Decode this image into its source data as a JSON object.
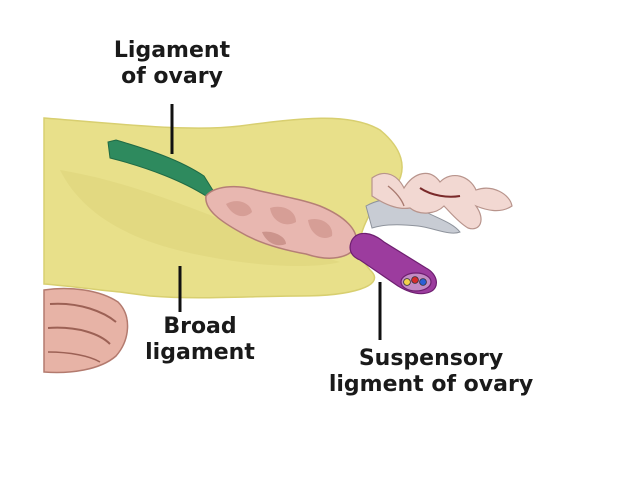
{
  "labels": {
    "ligament_of_ovary": {
      "line1": "Ligament",
      "line2": "of ovary"
    },
    "broad_ligament": {
      "line1": "Broad",
      "line2": "ligament"
    },
    "suspensory_ligament": {
      "line1": "Suspensory",
      "line2": "ligment of ovary"
    }
  },
  "colors": {
    "broad_ligament_fill": "#e8e08a",
    "ligament_of_ovary": "#2e8a5e",
    "ovary": "#e8b7b0",
    "suspensory_ligament": "#9c3c9e",
    "uterine_tube_fimbriae": "#f2d8d2",
    "pointer_lines": "#111111"
  }
}
